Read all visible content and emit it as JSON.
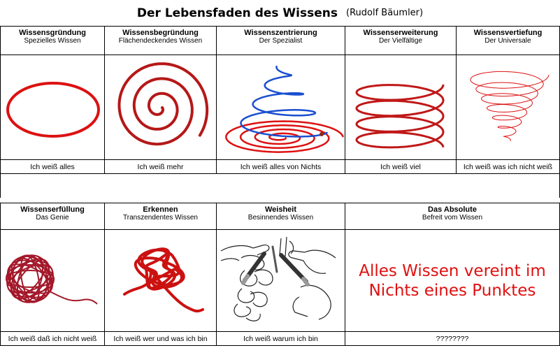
{
  "title": "Der Lebensfaden des Wissens",
  "author": "(Rudolf Bäumler)",
  "row1": [
    {
      "title": "Wissensgründung",
      "subtitle": "Spezielles Wissen",
      "caption": "Ich weiß alles",
      "icon": "red-ellipse-icon"
    },
    {
      "title": "Wissensbegründung",
      "subtitle": "Flächendeckendes Wissen",
      "caption": "Ich weiß mehr",
      "icon": "flat-spiral-icon"
    },
    {
      "title": "Wissenszentrierung",
      "subtitle": "Der Spezialist",
      "caption": "Ich weiß alles von Nichts",
      "icon": "cone-spiral-icon"
    },
    {
      "title": "Wissenserweiterung",
      "subtitle": "Der Vielfältige",
      "caption": "Ich weiß viel",
      "icon": "coil-spring-icon"
    },
    {
      "title": "Wissensvertiefung",
      "subtitle": "Der Universale",
      "caption": "Ich weiß was ich nicht weiß",
      "icon": "tornado-spiral-icon"
    }
  ],
  "row2": [
    {
      "title": "Wissenserfüllung",
      "subtitle": "Das Genie",
      "caption": "Ich weiß daß ich nicht weiß",
      "icon": "yarn-ball-icon"
    },
    {
      "title": "Erkennen",
      "subtitle": "Transzendentes Wissen",
      "caption": "Ich weiß wer und was ich bin",
      "icon": "tangled-thread-icon"
    },
    {
      "title": "Weisheit",
      "subtitle": "Besinnendes Wissen",
      "caption": "Ich weiß warum ich bin",
      "icon": "knitting-hands-icon"
    },
    {
      "title": "Das Absolute",
      "subtitle": "Befreit vom Wissen",
      "caption": "????????",
      "statement": "Alles Wissen vereint im Nichts eines Punktes"
    }
  ],
  "colors": {
    "red": "#dd1111",
    "darkred": "#b01515",
    "blue": "#1a4fd0"
  }
}
